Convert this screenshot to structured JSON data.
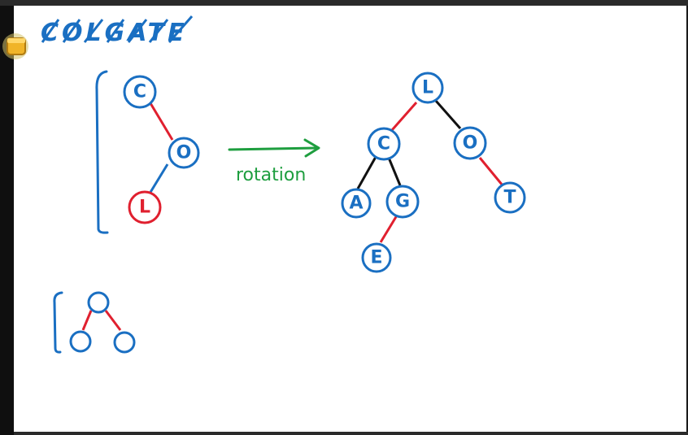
{
  "colors": {
    "blue": "#1a6fc2",
    "red": "#e0202f",
    "black": "#111111",
    "green": "#1e9e3f"
  },
  "header": {
    "crossed_letters": "COLGATE"
  },
  "cursor": {
    "icon": "highlighter-cursor-icon"
  },
  "diagram_left": {
    "nodes": [
      {
        "label": "C",
        "color": "blue"
      },
      {
        "label": "O",
        "color": "blue"
      },
      {
        "label": "L",
        "color": "red"
      }
    ]
  },
  "arrow": {
    "label": "rotation"
  },
  "diagram_right": {
    "nodes": [
      {
        "label": "L",
        "color": "blue"
      },
      {
        "label": "C",
        "color": "blue"
      },
      {
        "label": "O",
        "color": "blue"
      },
      {
        "label": "A",
        "color": "blue"
      },
      {
        "label": "G",
        "color": "blue"
      },
      {
        "label": "T",
        "color": "blue"
      },
      {
        "label": "E",
        "color": "blue"
      }
    ]
  },
  "diagram_bottom": {
    "nodes": [
      {
        "label": ""
      },
      {
        "label": ""
      },
      {
        "label": ""
      }
    ]
  }
}
